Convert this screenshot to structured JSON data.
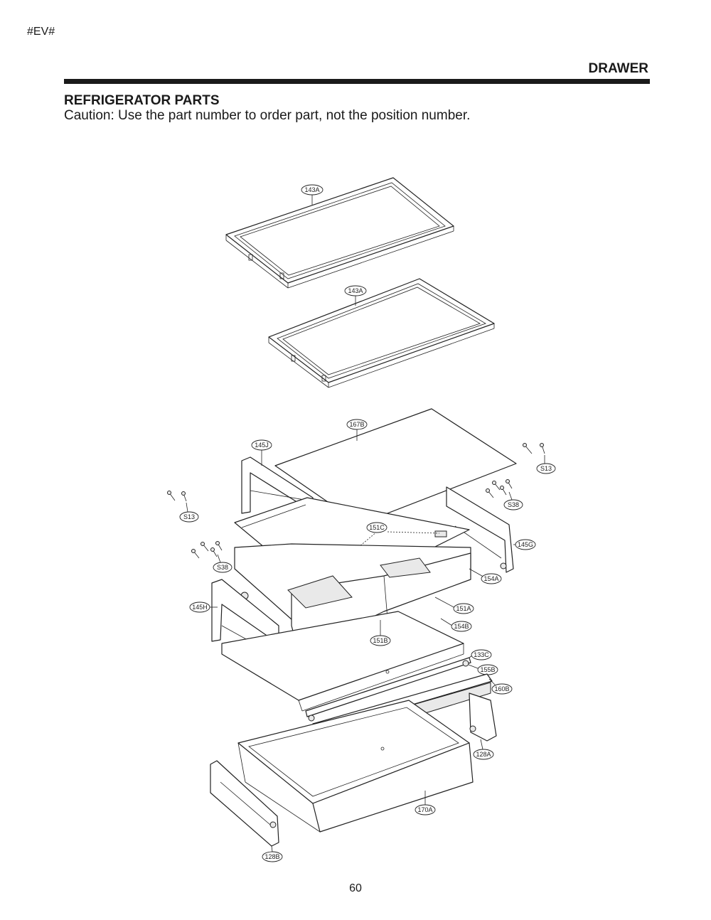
{
  "header": {
    "model_code": "#EV#",
    "section": "DRAWER"
  },
  "title": "REFRIGERATOR PARTS",
  "caution": "Caution: Use the part number to order part, not the position number.",
  "callouts": {
    "c143a_top": "143A",
    "c143a_bottom": "143A",
    "c167b": "167B",
    "c145j": "145J",
    "c s13_right": "S13",
    "c13_right": "S13",
    "c13_left": "S13",
    "c38_right": "S38",
    "c38_left": "S38",
    "c151c": "151C",
    "c145g": "145G",
    "c154a": "154A",
    "c145h": "145H",
    "c151a": "151A",
    "c154b": "154B",
    "c151b": "151B",
    "c133c": "133C",
    "c155b": "155B",
    "c160b": "160B",
    "c128a": "128A",
    "c170a": "170A",
    "c128b": "128B"
  },
  "footer": {
    "page_number": "60"
  }
}
